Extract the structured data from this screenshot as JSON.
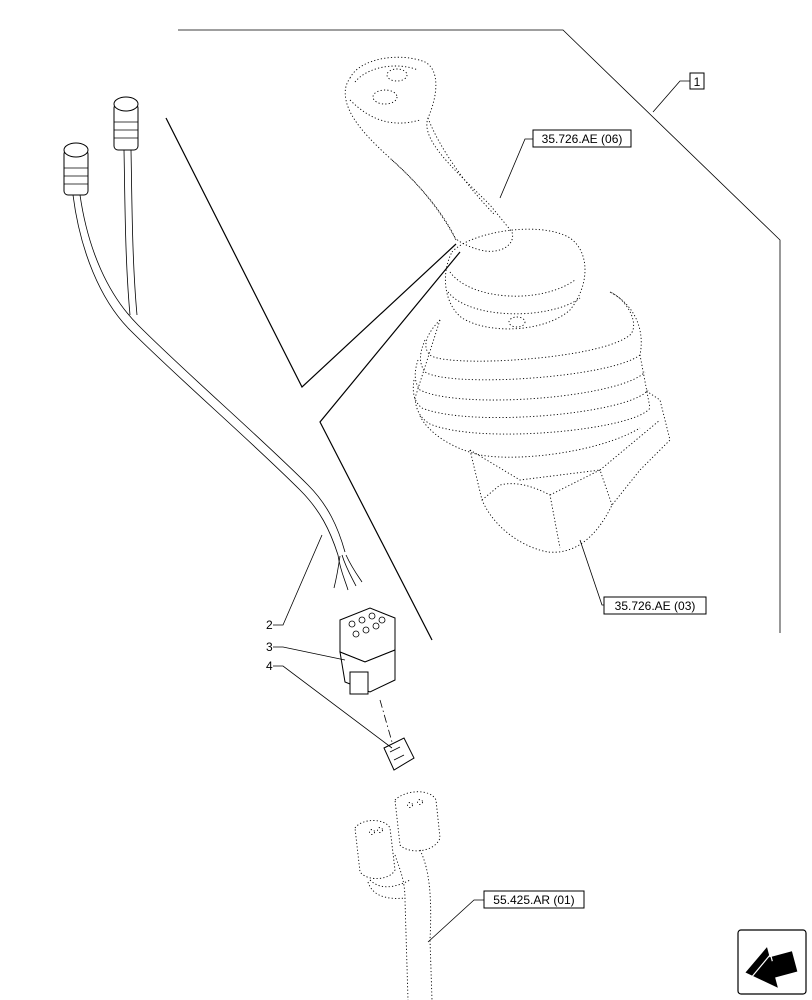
{
  "callouts": {
    "item_1": "1",
    "ref_joystick_top": "35.726.AE (06)",
    "ref_joystick_base": "35.726.AE (03)",
    "ref_harness": "55.425.AR (01)",
    "item_2": "2",
    "item_3": "3",
    "item_4": "4"
  },
  "icons": {
    "navigation": "next-page-arrow-icon"
  }
}
